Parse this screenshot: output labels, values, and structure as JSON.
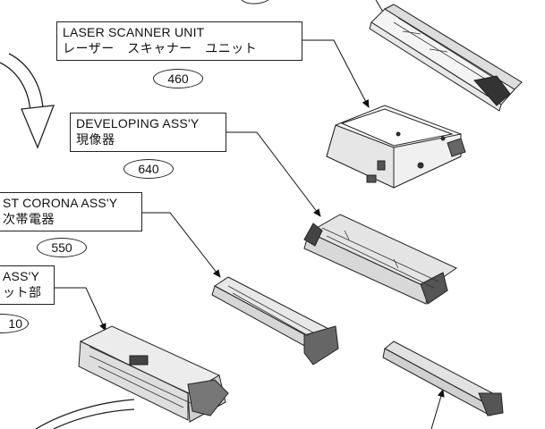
{
  "labels": {
    "laser": {
      "en": "LASER SCANNER UNIT",
      "jp": "レーザー　スキャナー　ユニット",
      "part_no": "460"
    },
    "developing": {
      "en": "DEVELOPING ASS'Y",
      "jp": "現像器",
      "part_no": "640"
    },
    "corona": {
      "en": "ST CORONA ASS'Y",
      "jp": "次帯電器",
      "part_no": "550"
    },
    "unit": {
      "en": " ASS'Y",
      "jp": "ット部",
      "part_no": "10"
    }
  }
}
